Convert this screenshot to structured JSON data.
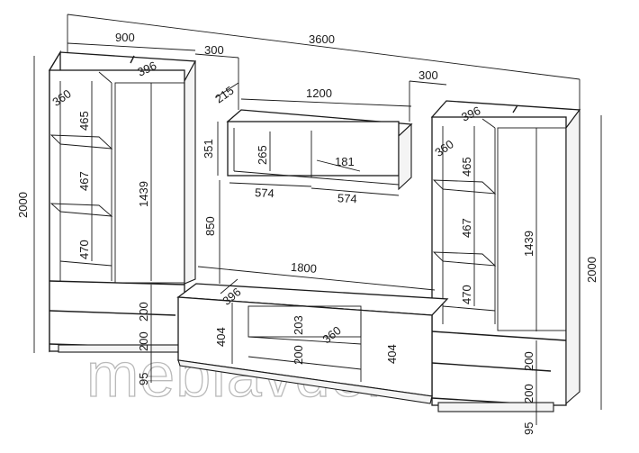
{
  "watermark": "meblavdom.by",
  "dimensions": {
    "total_width": "3600",
    "left_cabinet_width": "900",
    "left_gap": "300",
    "right_gap": "300",
    "shelf_depth_top": "215",
    "shelf_width": "1200",
    "shelf_height": "351",
    "shelf_inner_height": "265",
    "shelf_inner_depth": "181",
    "shelf_left_section": "574",
    "shelf_right_section": "574",
    "shelf_elevation": "850",
    "tv_stand_width": "1800",
    "tv_stand_depth": "396",
    "tv_door_height_left": "404",
    "tv_door_height_right": "404",
    "tv_niche_height": "203",
    "tv_niche_depth": "360",
    "tv_drawer_height": "200",
    "left_height": "2000",
    "left_depth": "396",
    "left_shelf_depth": "360",
    "left_niche_1": "465",
    "left_niche_2": "467",
    "left_niche_3": "470",
    "left_door_height": "1439",
    "left_drawer_1": "200",
    "left_drawer_2": "200",
    "left_plinth": "95",
    "right_height": "2000",
    "right_depth": "396",
    "right_shelf_depth": "360",
    "right_niche_1": "465",
    "right_niche_2": "467",
    "right_niche_3": "470",
    "right_door_height": "1439",
    "right_drawer_1": "200",
    "right_drawer_2": "200",
    "right_plinth": "95"
  }
}
